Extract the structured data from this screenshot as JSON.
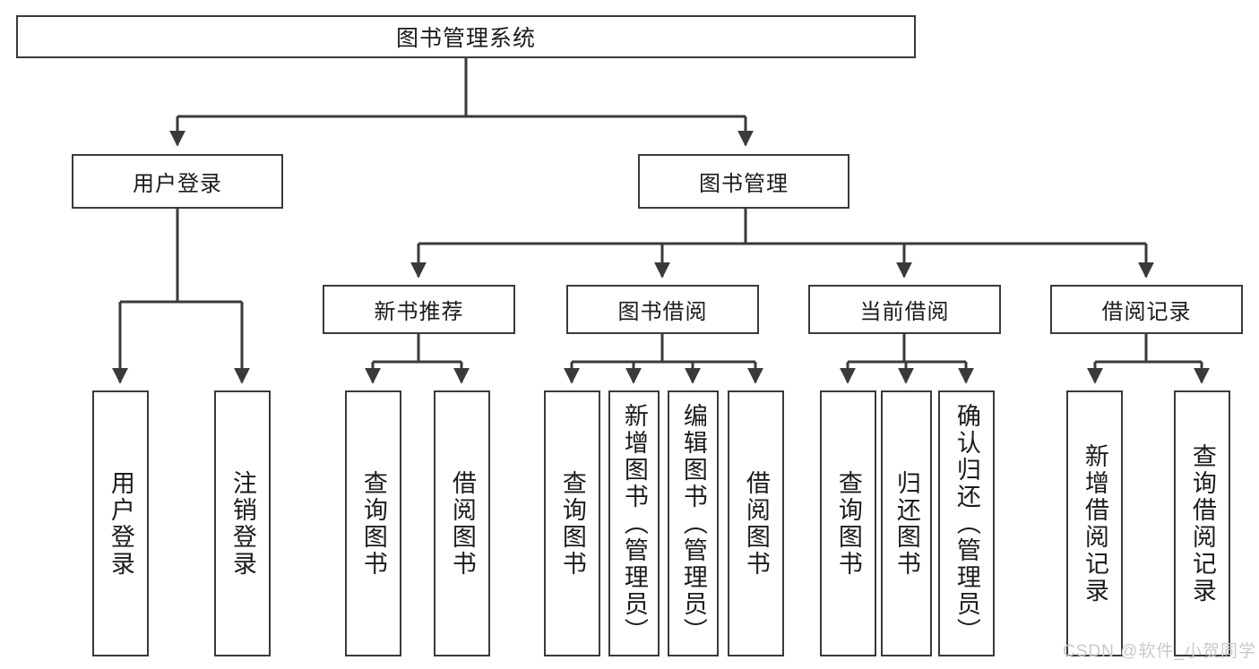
{
  "diagram": {
    "type": "tree",
    "title": "图书管理系统",
    "watermark": "CSDN @软件_小贺同学",
    "colors": {
      "background": "#ffffff",
      "box_border": "#3a3a3a",
      "box_fill": "#ffffff",
      "edge": "#3a3a3a",
      "text": "#1b1b1b",
      "watermark": "#c9c9c9"
    },
    "nodes": {
      "root": "图书管理系统",
      "level1": [
        {
          "label": "用户登录"
        },
        {
          "label": "图书管理"
        }
      ],
      "level2": [
        {
          "label": "新书推荐"
        },
        {
          "label": "图书借阅"
        },
        {
          "label": "当前借阅"
        },
        {
          "label": "借阅记录"
        }
      ],
      "leaves": {
        "user_login": [
          {
            "label": "用户登录"
          },
          {
            "label": "注销登录"
          }
        ],
        "new_book": [
          {
            "label": "查询图书"
          },
          {
            "label": "借阅图书"
          }
        ],
        "book_borrow": [
          {
            "label": "查询图书"
          },
          {
            "label": "新增图书（管理员）"
          },
          {
            "label": "编辑图书（管理员）"
          },
          {
            "label": "借阅图书"
          }
        ],
        "current_borrow": [
          {
            "label": "查询图书"
          },
          {
            "label": "归还图书"
          },
          {
            "label": "确认归还（管理员）"
          }
        ],
        "borrow_record": [
          {
            "label": "新增借阅记录"
          },
          {
            "label": "查询借阅记录"
          }
        ]
      }
    }
  }
}
